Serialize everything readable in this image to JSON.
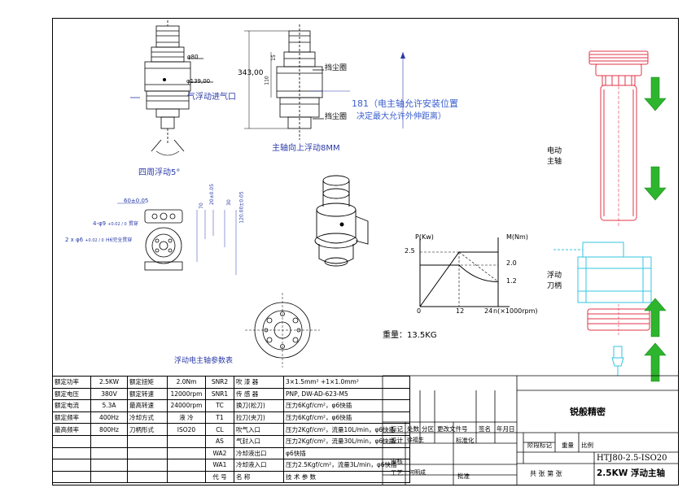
{
  "drawing": {
    "labels": {
      "dia80": "φ80",
      "dia139": "φ139,00",
      "air_inlet": "气浮动进气口",
      "dust_ring_top": "挡尘圈",
      "dust_ring_bottom": "挡尘圈",
      "height_total": "343,00",
      "dim_15": "15",
      "dim_110": "110",
      "travel_note_line1": "181（电主轴允许安装位置",
      "travel_note_line2": "决定最大允许外伸距离）",
      "float_up": "主轴向上浮动8MM",
      "float_around": "四周浮动5°",
      "dim_60": "60±0.05",
      "dim_70": "70",
      "dim_20": "20±0.05",
      "dim_30": "30",
      "dim_120": "120.00±0.05",
      "hole_4x": "4-φ9",
      "hole_4x_tol": "+0.02 / 0",
      "hole_4x_note": "贯穿",
      "hole_2x": "2 x φ6",
      "hole_2x_tol": "+0.02 / 0",
      "hole_2x_note": "H6完全贯穿",
      "params_title": "浮动电主轴参数表",
      "weight": "重量：13.5KG",
      "spindle_label": "电动\n主轴",
      "holder_label": "浮动\n刀柄"
    },
    "colors": {
      "line": "#000000",
      "blue_note": "#2a3aa8",
      "red_part": "#e0344a",
      "cyan_part": "#33c6e0",
      "green_arrow": "#2db52d"
    }
  },
  "chart_data": {
    "type": "line",
    "title": "",
    "xlabel": "n(×1000rpm)",
    "ylabel_left": "P(Kw)",
    "ylabel_right": "M(Nm)",
    "x_ticks": [
      "0",
      "12",
      "24"
    ],
    "y_ticks_left": [
      "2.5"
    ],
    "y_ticks_right": [
      "2.0",
      "1.2"
    ],
    "xlim": [
      0,
      24
    ],
    "series": [
      {
        "x": [
          0,
          12,
          24
        ],
        "y": [
          0,
          2.5,
          2.5
        ]
      },
      {
        "x": [
          0,
          12,
          24
        ],
        "y": [
          2.0,
          2.0,
          1.2
        ]
      }
    ]
  },
  "spec_table": {
    "rows": [
      [
        "额定功率",
        "2.5KW",
        "额定扭矩",
        "2.0Nm",
        "SNR2",
        "吹 漆 器",
        "3×1.5mm² +1×1.0mm²"
      ],
      [
        "额定电压",
        "380V",
        "额定转速",
        "12000rpm",
        "SNR1",
        "传 感 器",
        "PNP, DW-AD-623-M5"
      ],
      [
        "额定电流",
        "5.3A",
        "最高转速",
        "24000rpm",
        "TC",
        "换刀(松刀)",
        "压力6Kgf/cm²，φ6快插"
      ],
      [
        "额定频率",
        "400Hz",
        "冷却方式",
        "液 冷",
        "T1",
        "拉刀(夹刀)",
        "压力6Kgf/cm²，φ6快插"
      ],
      [
        "最高频率",
        "800Hz",
        "刀柄形式",
        "ISO20",
        "CL",
        "吹气入口",
        "压力2Kgf/cm²，流量10L/min，φ6快插"
      ],
      [
        "",
        "",
        "",
        "",
        "AS",
        "气封入口",
        "压力2Kgf/cm²，流量30L/min，φ6快插"
      ],
      [
        "",
        "",
        "",
        "",
        "WA2",
        "冷却液出口",
        "φ6快插"
      ],
      [
        "",
        "",
        "",
        "",
        "WA1",
        "冷却液入口",
        "压力2.5Kgf/cm²，流量3L/min，φ6快插"
      ],
      [
        "",
        "",
        "",
        "",
        "代 号",
        "名 称",
        "技 术 参 数"
      ]
    ]
  },
  "title_block": {
    "company": "锐般精密",
    "headers": [
      "标记",
      "处数",
      "分区",
      "更改文件号",
      "签名",
      "年月日"
    ],
    "design_label": "设计",
    "designer": "徐福生",
    "standardize": "标准化",
    "stage_mark": "阶段标记",
    "weight_h": "重量",
    "scale_h": "比例",
    "review": "审核",
    "process": "工艺",
    "process_person": "何明成",
    "approve": "批准",
    "drawing_no": "HTJ80-2.5-ISO20",
    "sheet": "共  张  第  张",
    "part_name": "2.5KW 浮动主轴"
  }
}
